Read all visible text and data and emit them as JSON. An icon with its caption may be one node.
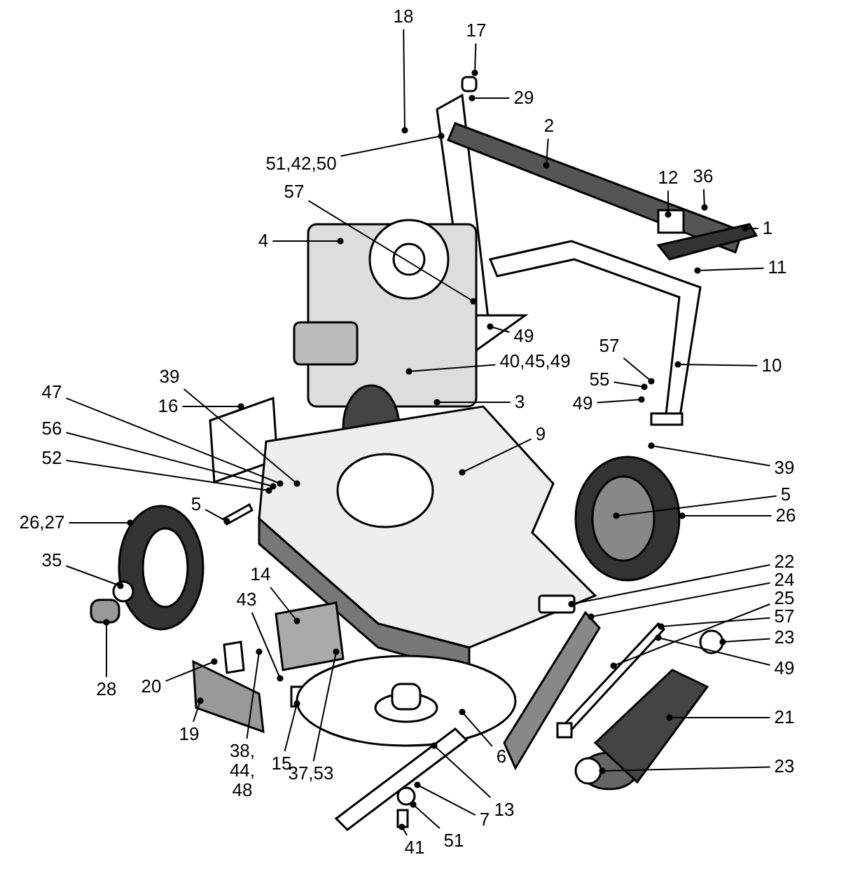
{
  "diagram": {
    "nodes": [
      {
        "text": [
          "18"
        ]
      },
      {
        "text": [
          "17"
        ]
      },
      {
        "text": [
          "29"
        ]
      },
      {
        "text": [
          "2"
        ]
      },
      {
        "text": [
          "51,42,50"
        ]
      },
      {
        "text": [
          "12"
        ]
      },
      {
        "text": [
          "36"
        ]
      },
      {
        "text": [
          "1"
        ]
      },
      {
        "text": [
          "57"
        ]
      },
      {
        "text": [
          "11"
        ]
      },
      {
        "text": [
          "4"
        ]
      },
      {
        "text": [
          "49"
        ]
      },
      {
        "text": [
          "40,45,49"
        ]
      },
      {
        "text": [
          "10"
        ]
      },
      {
        "text": [
          "57"
        ]
      },
      {
        "text": [
          "55"
        ]
      },
      {
        "text": [
          "49"
        ]
      },
      {
        "text": [
          "39"
        ]
      },
      {
        "text": [
          "16"
        ]
      },
      {
        "text": [
          "47"
        ]
      },
      {
        "text": [
          "56"
        ]
      },
      {
        "text": [
          "52"
        ]
      },
      {
        "text": [
          "3"
        ]
      },
      {
        "text": [
          "9"
        ]
      },
      {
        "text": [
          "39"
        ]
      },
      {
        "text": [
          "5"
        ]
      },
      {
        "text": [
          "5"
        ]
      },
      {
        "text": [
          "26,27"
        ]
      },
      {
        "text": [
          "26"
        ]
      },
      {
        "text": [
          "35"
        ]
      },
      {
        "text": [
          "22"
        ]
      },
      {
        "text": [
          "14"
        ]
      },
      {
        "text": [
          "24"
        ]
      },
      {
        "text": [
          "25"
        ]
      },
      {
        "text": [
          "57"
        ]
      },
      {
        "text": [
          "23"
        ]
      },
      {
        "text": [
          "43"
        ]
      },
      {
        "text": [
          "49"
        ]
      },
      {
        "text": [
          "28"
        ]
      },
      {
        "text": [
          "20"
        ]
      },
      {
        "text": [
          "21"
        ]
      },
      {
        "text": [
          "19"
        ]
      },
      {
        "text": [
          "38, 44, 48"
        ]
      },
      {
        "text": [
          "15"
        ]
      },
      {
        "text": [
          "37,53"
        ]
      },
      {
        "text": [
          "6"
        ]
      },
      {
        "text": [
          "23"
        ]
      },
      {
        "text": [
          "13"
        ]
      },
      {
        "text": [
          "7"
        ]
      },
      {
        "text": [
          "41"
        ]
      },
      {
        "text": [
          "51"
        ]
      }
    ],
    "edges": [
      {
        "from": 0,
        "to": null,
        "arrow": "other"
      },
      {
        "from": 1,
        "to": null,
        "arrow": "other"
      },
      {
        "from": 2,
        "to": null,
        "arrow": "other"
      },
      {
        "from": 3,
        "to": null,
        "arrow": "other"
      },
      {
        "from": 4,
        "to": null,
        "arrow": "other"
      },
      {
        "from": 5,
        "to": null,
        "arrow": "other"
      },
      {
        "from": 6,
        "to": null,
        "arrow": "other"
      },
      {
        "from": 7,
        "to": null,
        "arrow": "other"
      },
      {
        "from": 8,
        "to": null,
        "arrow": "other"
      },
      {
        "from": 9,
        "to": null,
        "arrow": "other"
      },
      {
        "from": 10,
        "to": null,
        "arrow": "other"
      },
      {
        "from": 11,
        "to": null,
        "arrow": "other"
      },
      {
        "from": 12,
        "to": null,
        "arrow": "other"
      },
      {
        "from": 13,
        "to": null,
        "arrow": "other"
      },
      {
        "from": 14,
        "to": null,
        "arrow": "other"
      },
      {
        "from": 15,
        "to": null,
        "arrow": "other"
      },
      {
        "from": 16,
        "to": null,
        "arrow": "other"
      },
      {
        "from": 17,
        "to": null,
        "arrow": "other"
      },
      {
        "from": 18,
        "to": null,
        "arrow": "other"
      },
      {
        "from": 19,
        "to": null,
        "arrow": "other"
      },
      {
        "from": 20,
        "to": null,
        "arrow": "other"
      },
      {
        "from": 21,
        "to": null,
        "arrow": "other"
      },
      {
        "from": 22,
        "to": null,
        "arrow": "other"
      },
      {
        "from": 23,
        "to": null,
        "arrow": "other"
      },
      {
        "from": 24,
        "to": null,
        "arrow": "other"
      },
      {
        "from": 25,
        "to": null,
        "arrow": "other"
      },
      {
        "from": 26,
        "to": null,
        "arrow": "other"
      },
      {
        "from": 27,
        "to": null,
        "arrow": "other"
      },
      {
        "from": 28,
        "to": null,
        "arrow": "other"
      },
      {
        "from": 29,
        "to": null,
        "arrow": "other"
      },
      {
        "from": 30,
        "to": null,
        "arrow": "other"
      },
      {
        "from": 31,
        "to": null,
        "arrow": "other"
      },
      {
        "from": 32,
        "to": null,
        "arrow": "other"
      },
      {
        "from": 33,
        "to": null,
        "arrow": "other"
      },
      {
        "from": 34,
        "to": null,
        "arrow": "other"
      },
      {
        "from": 35,
        "to": null,
        "arrow": "other"
      },
      {
        "from": 36,
        "to": null,
        "arrow": "other"
      },
      {
        "from": 37,
        "to": null,
        "arrow": "other"
      },
      {
        "from": 38,
        "to": null,
        "arrow": "other"
      },
      {
        "from": 39,
        "to": null,
        "arrow": "other"
      },
      {
        "from": 40,
        "to": null,
        "arrow": "other"
      },
      {
        "from": 41,
        "to": null,
        "arrow": "other"
      },
      {
        "from": 42,
        "to": null,
        "arrow": "other"
      },
      {
        "from": 43,
        "to": null,
        "arrow": "other"
      },
      {
        "from": 44,
        "to": null,
        "arrow": "other"
      },
      {
        "from": 45,
        "to": null,
        "arrow": "other"
      },
      {
        "from": 46,
        "to": null,
        "arrow": "other"
      },
      {
        "from": 47,
        "to": null,
        "arrow": "other"
      },
      {
        "from": 48,
        "to": null,
        "arrow": "other"
      },
      {
        "from": 49,
        "to": null,
        "arrow": "other"
      },
      {
        "from": 50,
        "to": null,
        "arrow": "other"
      }
    ]
  }
}
